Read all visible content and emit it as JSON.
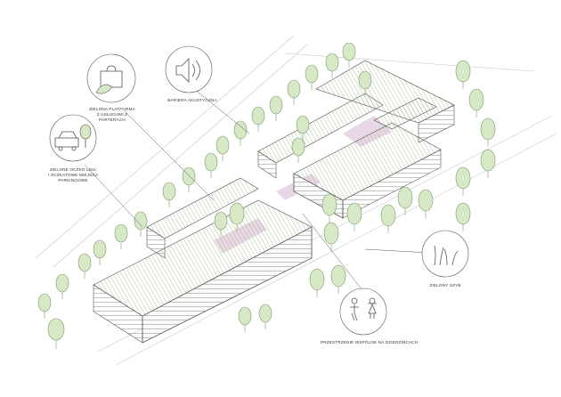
{
  "annotations": {
    "green_platform": "ZIELONA PLATFORMA\nZ USŁUGAMI Z PARTERACH",
    "acoustic_barrier": "BARIERA AKUSTYCZNA",
    "green_parking": "ZIELONE OCZKO LINA\nI OCZKATOWE MIEJSCA\nPARKINGOWE",
    "green_shaft": "ZIELONY SZYB",
    "common_spaces": "PRZESTRZENIE WSPÓLNE NA DZIEDZIŃCACH"
  },
  "icons": [
    "bag-leaf-icon",
    "speaker-icon",
    "car-tree-icon",
    "grass-icon",
    "people-icon"
  ],
  "colors": {
    "tree_fill": "#d6e8c6",
    "tree_stroke": "#7a9a6c",
    "courtyard": "#e8d7e6",
    "roof_hatch": "#9bb27c",
    "line": "#555555"
  }
}
